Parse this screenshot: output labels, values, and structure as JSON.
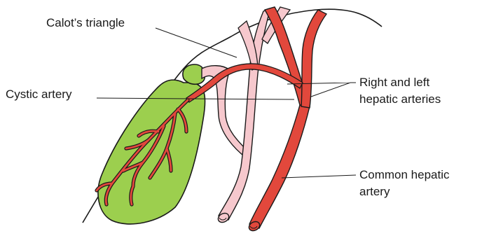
{
  "labels": {
    "calots_triangle": "Calot’s triangle",
    "cystic_artery": "Cystic artery",
    "right_left_hepatic_line1": "Right and left",
    "right_left_hepatic_line2": "hepatic arteries",
    "common_hepatic_line1": "Common hepatic",
    "common_hepatic_line2": "artery"
  },
  "colors": {
    "gallbladder": "#9ccf4e",
    "cystic_duct": "#f6c8cd",
    "artery": "#e2483c",
    "outline": "#1a1a1a",
    "leader_line": "#1a1a1a"
  }
}
